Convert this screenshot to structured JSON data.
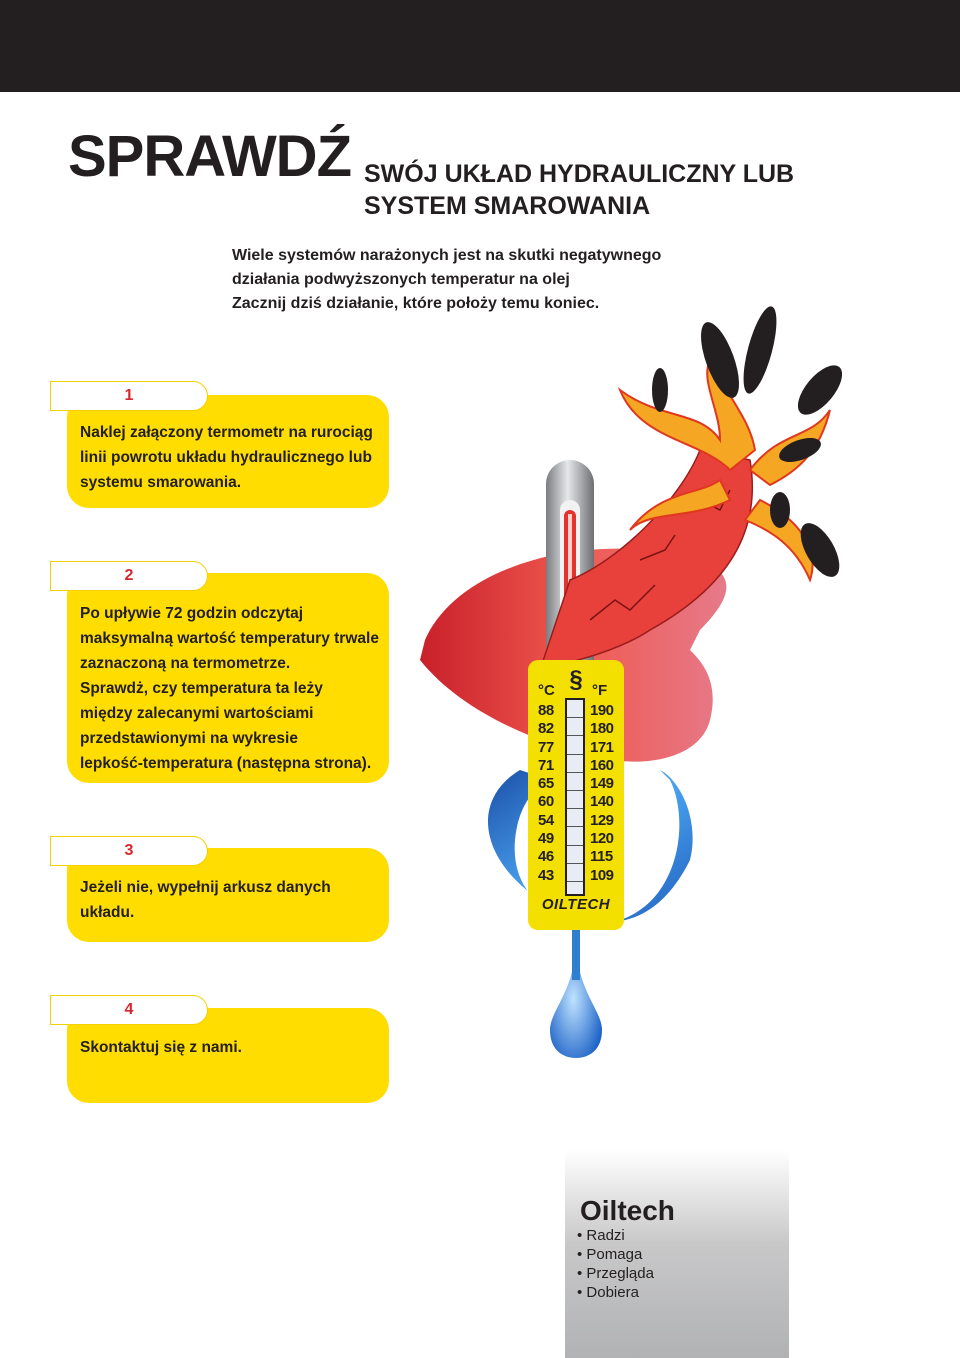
{
  "heading": {
    "big": "SPRAWDŹ",
    "sub_line1": "SWÓJ UKŁAD HYDRAULICZNY LUB",
    "sub_line2": "SYSTEM SMAROWANIA"
  },
  "intro": [
    "Wiele systemów narażonych jest na skutki negatywnego",
    "działania podwyższonych temperatur na olej",
    "Zacznij dziś działanie, które położy temu koniec."
  ],
  "steps": [
    {
      "number": "1",
      "lines": [
        "Naklej załączony termometr na rurociąg",
        "linii powrotu układu hydraulicznego lub",
        "systemu smarowania."
      ]
    },
    {
      "number": "2",
      "lines": [
        "Po upływie 72 godzin odczytaj",
        "maksymalną wartość temperatury trwale",
        "zaznaczoną  na termometrze.",
        "Sprawdż, czy temperatura ta leży",
        "między zalecanymi wartościami",
        "przedstawionymi na wykresie",
        "lepkość-temperatura (następna strona)."
      ]
    },
    {
      "number": "3",
      "lines": [
        "Jeżeli nie, wypełnij arkusz danych",
        "układu."
      ]
    },
    {
      "number": "4",
      "lines": [
        "Skontaktuj się z nami."
      ]
    }
  ],
  "thermometer": {
    "unit_c": "°C",
    "unit_f": "°F",
    "celsius": [
      "88",
      "82",
      "77",
      "71",
      "65",
      "60",
      "54",
      "49",
      "46",
      "43"
    ],
    "fahrenheit": [
      "190",
      "180",
      "171",
      "160",
      "149",
      "140",
      "129",
      "120",
      "115",
      "109"
    ],
    "brand": "OILTECH"
  },
  "footer": {
    "name": "Oiltech",
    "items": [
      "• Radzi",
      "• Pomaga",
      "• Przegląda",
      "• Dobiera"
    ]
  },
  "colors": {
    "yellow": "#ffdd00",
    "red": "#d8262f",
    "dark": "#231f20",
    "pipe_red": "#e8413c",
    "ribbon_blue": "#2f7fd0"
  }
}
